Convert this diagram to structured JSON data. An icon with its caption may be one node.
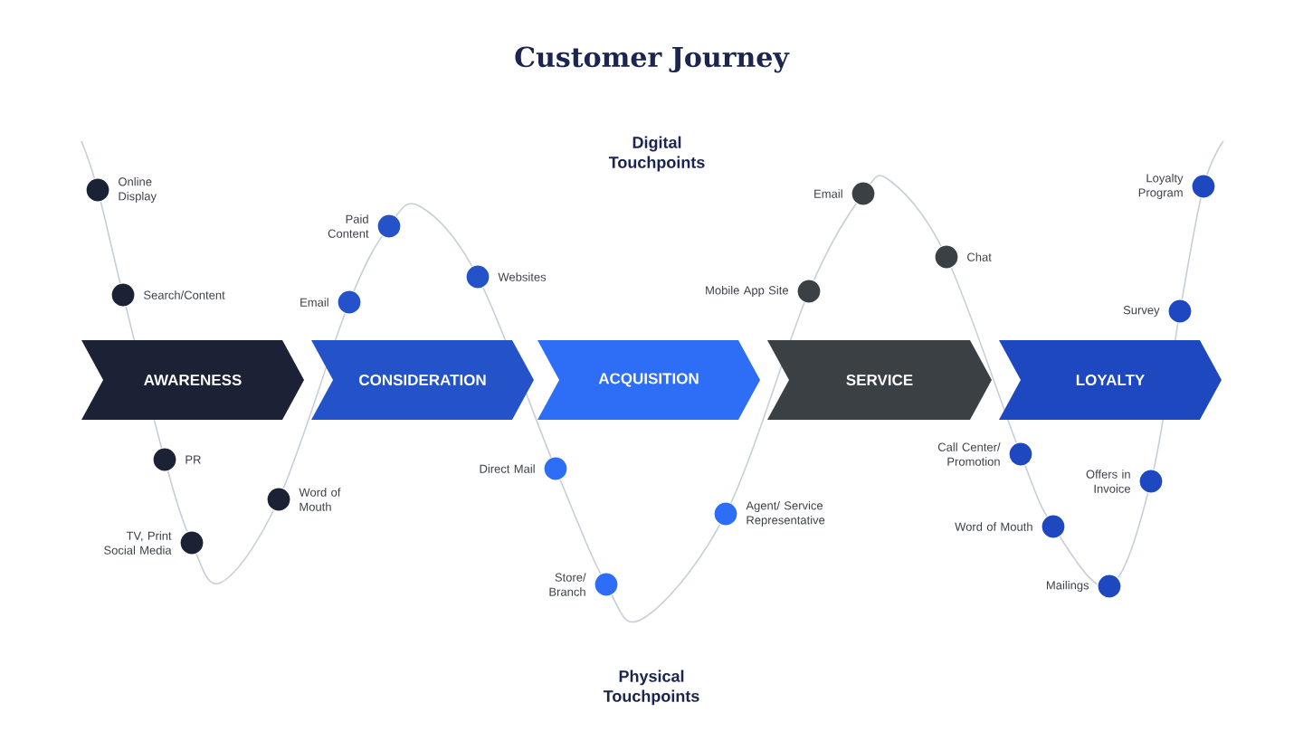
{
  "diagram": {
    "title": "Customer Journey",
    "nodes": [
      {
        "text": [
          "AWARENESS"
        ]
      },
      {
        "text": [
          "CONSIDERATION"
        ]
      },
      {
        "text": [
          "ACQUISITION"
        ]
      },
      {
        "text": [
          "SERVICE"
        ]
      },
      {
        "text": [
          "LOYALTY"
        ]
      },
      {
        "text": [],
        "shape": "circle",
        "beside": [
          "Online Display"
        ]
      },
      {
        "text": [],
        "shape": "circle",
        "beside": [
          "Search/Content"
        ]
      },
      {
        "text": [],
        "shape": "circle",
        "beside": [
          "PR"
        ]
      },
      {
        "text": [],
        "shape": "circle",
        "beside": [
          "TV, Print Social Media"
        ]
      },
      {
        "text": [],
        "shape": "circle",
        "beside": [
          "Word of Mouth"
        ]
      },
      {
        "text": [],
        "shape": "circle",
        "beside": [
          "Email"
        ]
      },
      {
        "text": [],
        "shape": "circle",
        "beside": [
          "Paid Content"
        ]
      },
      {
        "text": [],
        "shape": "circle",
        "beside": [
          "Websites"
        ]
      },
      {
        "text": [],
        "shape": "circle",
        "beside": [
          "Direct Mail"
        ]
      },
      {
        "text": [],
        "shape": "circle",
        "beside": [
          "Store/ Branch"
        ]
      },
      {
        "text": [],
        "shape": "circle",
        "beside": [
          "Agent/ Service Representative"
        ]
      },
      {
        "text": [],
        "shape": "circle",
        "beside": [
          "Mobile App Site"
        ]
      },
      {
        "text": [],
        "shape": "circle",
        "beside": [
          "Email"
        ]
      },
      {
        "text": [],
        "shape": "circle",
        "beside": [
          "Chat"
        ]
      },
      {
        "text": [],
        "shape": "circle",
        "beside": [
          "Call Center/ Promotion"
        ]
      },
      {
        "text": [],
        "shape": "circle",
        "beside": [
          "Word of Mouth"
        ]
      },
      {
        "text": [],
        "shape": "circle",
        "beside": [
          "Mailings"
        ]
      },
      {
        "text": [],
        "shape": "circle",
        "beside": [
          "Offers in Invoice"
        ]
      },
      {
        "text": [],
        "shape": "circle",
        "beside": [
          "Survey"
        ]
      },
      {
        "text": [],
        "shape": "circle",
        "beside": [
          "Loyalty Program"
        ]
      }
    ],
    "labels": [
      "Digital Touchpoints",
      "Physical Touchpoints"
    ]
  }
}
